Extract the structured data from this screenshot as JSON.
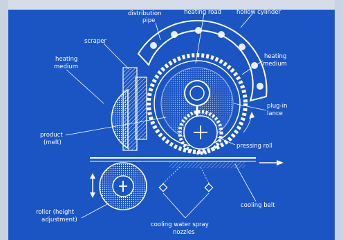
{
  "diagram": {
    "labels": {
      "distribution_pipe_1": "distribution",
      "distribution_pipe_2": "pipe",
      "heating_rod": "heating road",
      "hollow_cylinder": "hollow cylinder",
      "scraper": "scraper",
      "heating_medium_left_1": "heating",
      "heating_medium_left_2": "medium",
      "heating_medium_right_1": "heating",
      "heating_medium_right_2": "medium",
      "plug_in_lance_1": "plug-in",
      "plug_in_lance_2": "lance",
      "product_1": "product",
      "product_2": "(melt)",
      "pressing_roll": "pressing roll",
      "roller_1": "roller (height",
      "roller_2": "adjustment)",
      "cooling_belt": "cooling belt",
      "spray_1": "cooling water spray",
      "spray_2": "nozzles"
    },
    "colors": {
      "background": "#1b55c4",
      "line": "#ffffff",
      "frame": "#c9d3e2"
    }
  }
}
